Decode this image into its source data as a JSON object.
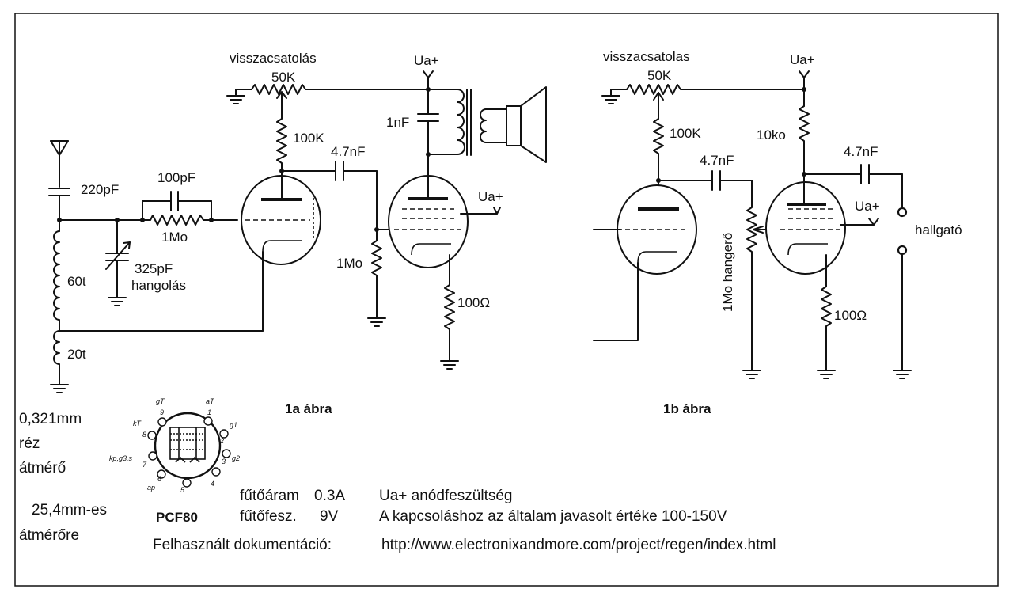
{
  "fig1a": {
    "caption": "1a ábra",
    "feedback_label": "visszacsatolás",
    "pot_50k": "50K",
    "supply_top": "Ua+",
    "supply_screen": "Ua+",
    "r_100k": "100K",
    "c_4n7": "4.7nF",
    "c_1n": "1nF",
    "c_220p": "220pF",
    "c_100p": "100pF",
    "r_1mo_grid": "1Mo",
    "r_1mo_leak": "1Mo",
    "c_325p": "325pF",
    "tuning_label": "hangolás",
    "coil_60t": "60t",
    "coil_20t": "20t",
    "r_100ohm": "100Ω"
  },
  "fig1b": {
    "caption": "1b ábra",
    "feedback_label": "visszacsatolas",
    "pot_50k": "50K",
    "supply_top": "Ua+",
    "supply_screen": "Ua+",
    "r_100k": "100K",
    "r_10ko": "10ko",
    "c_4n7_a": "4.7nF",
    "c_4n7_b": "4.7nF",
    "vol_pot": "1Mo hangerő",
    "r_100ohm": "100Ω",
    "headphone": "hallgató"
  },
  "coil_notes": {
    "wire_line1": "0,321mm",
    "wire_line2": "réz",
    "wire_line3": "átmérő",
    "former_line1": "25,4mm-es",
    "former_line2": "átmérőre"
  },
  "tube_pinout": {
    "name": "PCF80",
    "pins": {
      "gT": "gT",
      "aT": "aT",
      "g1": "g1",
      "g2": "g2",
      "kT": "kT",
      "kp": "kp,g3,s",
      "ap": "ap",
      "p4": "4",
      "p5": "5",
      "n9": "9",
      "n1": "1",
      "n8": "8",
      "n2": "2",
      "n7": "7",
      "n3": "3",
      "n6": "6"
    }
  },
  "specs": {
    "heater_current_label": "fűtőáram",
    "heater_current_value": "0.3A",
    "heater_voltage_label": "fűtőfesz.",
    "heater_voltage_value": "9V",
    "ua_note": "Ua+ anódfeszültség",
    "recommend_note": "A kapcsoláshoz az általam javasolt értéke 100-150V",
    "doc_label": "Felhasznált dokumentáció:",
    "doc_url": "http://www.electronixandmore.com/project/regen/index.html"
  }
}
